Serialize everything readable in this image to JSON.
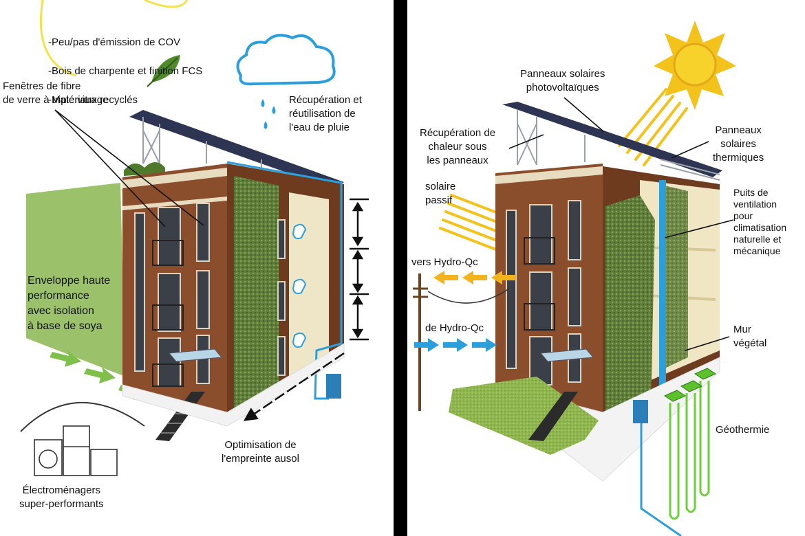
{
  "left_panel": {
    "eco_materials": [
      "-Peu/pas d'émission de COV",
      "-Bois de charpente et finition FCS",
      "-Matériaux recyclés"
    ],
    "triple_glazing": "Fenêtres de fibre\nde verre à triple vitrage",
    "rainwater": "Récupération et\nréutilisation de\nl'eau de pluie",
    "envelope": "Enveloppe haute\nperformance\navec isolation\nà base de soya",
    "footprint": "Optimisation de\nl'empreinte ausol",
    "appliances": "Électroménagers\nsuper-performants"
  },
  "right_panel": {
    "pv_panels": "Panneaux solaires\nphotovoltaïques",
    "heat_recovery": "Récupération de\nchaleur sous\nles panneaux",
    "thermal_panels": "Panneaux\nsolaires\nthermiques",
    "passive_solar": "solaire\npassif",
    "to_hydro": "vers Hydro-Qc",
    "from_hydro": "de Hydro-Qc",
    "ventilation": "Puits de\nventilation\npour\nclimatisation\nnaturelle et\nmécanique",
    "green_wall": "Mur\nvégétal",
    "geothermal": "Géothermie"
  },
  "colors": {
    "brick": "#8a4e2c",
    "brick_dark": "#6e3b1f",
    "green_wall": "#5f7d3a",
    "water": "#2a9fdc",
    "sun": "#f3c21b",
    "geo": "#6ccf3a",
    "divider": "#000000"
  }
}
